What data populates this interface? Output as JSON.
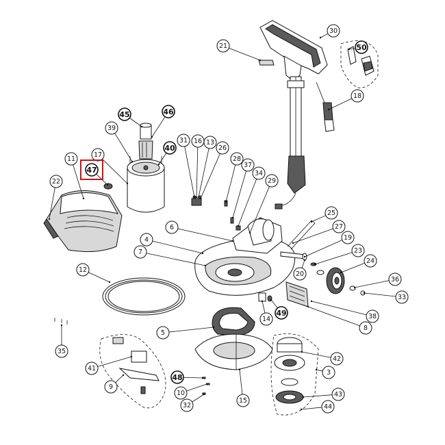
{
  "diagram": {
    "highlighted_callout": "47",
    "highlight_color": "#d01010",
    "callouts": [
      {
        "id": "c30",
        "label": "30"
      },
      {
        "id": "c21",
        "label": "21"
      },
      {
        "id": "c50",
        "label": "50"
      },
      {
        "id": "c18",
        "label": "18"
      },
      {
        "id": "c45",
        "label": "45"
      },
      {
        "id": "c46",
        "label": "46"
      },
      {
        "id": "c39",
        "label": "39"
      },
      {
        "id": "c40",
        "label": "40"
      },
      {
        "id": "c31",
        "label": "31"
      },
      {
        "id": "c16",
        "label": "16"
      },
      {
        "id": "c13",
        "label": "13"
      },
      {
        "id": "c26",
        "label": "26"
      },
      {
        "id": "c17",
        "label": "17"
      },
      {
        "id": "c11",
        "label": "11"
      },
      {
        "id": "c47",
        "label": "47"
      },
      {
        "id": "c22",
        "label": "22"
      },
      {
        "id": "c28",
        "label": "28"
      },
      {
        "id": "c37",
        "label": "37"
      },
      {
        "id": "c34",
        "label": "34"
      },
      {
        "id": "c29",
        "label": "29"
      },
      {
        "id": "c25",
        "label": "25"
      },
      {
        "id": "c6",
        "label": "6"
      },
      {
        "id": "c27",
        "label": "27"
      },
      {
        "id": "c4",
        "label": "4"
      },
      {
        "id": "c19",
        "label": "19"
      },
      {
        "id": "c7",
        "label": "7"
      },
      {
        "id": "c23",
        "label": "23"
      },
      {
        "id": "c24",
        "label": "24"
      },
      {
        "id": "c20",
        "label": "20"
      },
      {
        "id": "c36",
        "label": "36"
      },
      {
        "id": "c12",
        "label": "12"
      },
      {
        "id": "c33",
        "label": "33"
      },
      {
        "id": "c14",
        "label": "14"
      },
      {
        "id": "c49",
        "label": "49"
      },
      {
        "id": "c38",
        "label": "38"
      },
      {
        "id": "c8",
        "label": "8"
      },
      {
        "id": "c5",
        "label": "5"
      },
      {
        "id": "c35",
        "label": "35"
      },
      {
        "id": "c41",
        "label": "41"
      },
      {
        "id": "c42",
        "label": "42"
      },
      {
        "id": "c3",
        "label": "3"
      },
      {
        "id": "c48",
        "label": "48"
      },
      {
        "id": "c9",
        "label": "9"
      },
      {
        "id": "c10",
        "label": "10"
      },
      {
        "id": "c43",
        "label": "43"
      },
      {
        "id": "c15",
        "label": "15"
      },
      {
        "id": "c32",
        "label": "32"
      },
      {
        "id": "c44",
        "label": "44"
      }
    ]
  }
}
